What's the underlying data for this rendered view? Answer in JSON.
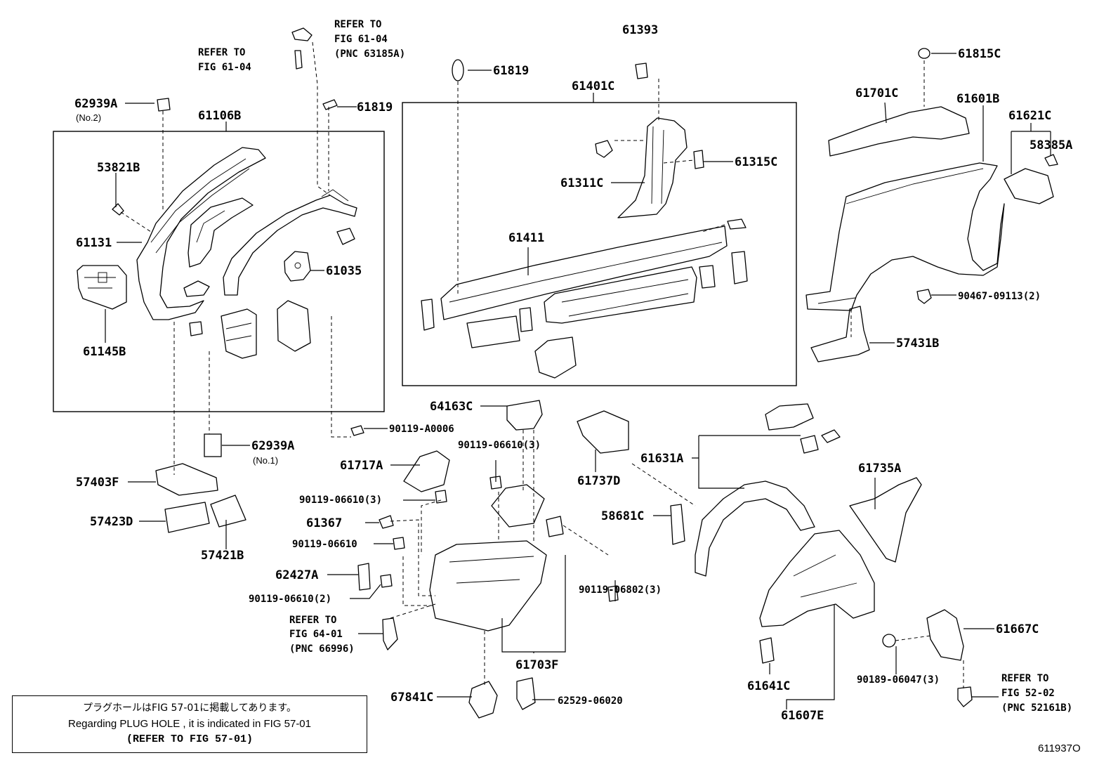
{
  "labels": {
    "l_61393": "61393",
    "l_61819a": "61819",
    "l_61819b": "61819",
    "l_61401c": "61401C",
    "l_61815c": "61815C",
    "l_61701c": "61701C",
    "l_61601b": "61601B",
    "l_61621c": "61621C",
    "l_58385a": "58385A",
    "l_62939a_top": "62939A",
    "l_no2": "(No.2)",
    "l_61106b": "61106B",
    "l_53821b": "53821B",
    "l_61131": "61131",
    "l_61145b": "61145B",
    "l_61035": "61035",
    "l_61315c": "61315C",
    "l_61311c": "61311C",
    "l_61411": "61411",
    "l_90467": "90467-09113(2)",
    "l_57431b": "57431B",
    "l_64163c": "64163C",
    "l_90119_a0006": "90119-A0006",
    "l_62939a_bot": "62939A",
    "l_no1": "(No.1)",
    "l_90119_06610_3a": "90119-06610(3)",
    "l_61717a": "61717A",
    "l_61737d": "61737D",
    "l_61631a": "61631A",
    "l_61735a": "61735A",
    "l_57403f": "57403F",
    "l_90119_06610_3b": "90119-06610(3)",
    "l_57423d": "57423D",
    "l_61367": "61367",
    "l_58681c": "58681C",
    "l_90119_06610": "90119-06610",
    "l_57421b": "57421B",
    "l_62427a": "62427A",
    "l_90119_06802": "90119-06802(3)",
    "l_90119_06610_2": "90119-06610(2)",
    "l_61667c": "61667C",
    "l_61703f": "61703F",
    "l_61641c": "61641C",
    "l_90189": "90189-06047(3)",
    "l_67841c": "67841C",
    "l_62529": "62529-06020",
    "l_61607e": "61607E"
  },
  "references": {
    "r1_a": "REFER TO",
    "r1_b": "FIG 61-04",
    "r2_a": "REFER TO",
    "r2_b": "FIG 61-04",
    "r2_c": "(PNC 63185A)",
    "r3_a": "REFER TO",
    "r3_b": "FIG 64-01",
    "r3_c": "(PNC 66996)",
    "r4_a": "REFER TO",
    "r4_b": "FIG 52-02",
    "r4_c": "(PNC 52161B)"
  },
  "note": {
    "line_jp": "プラグホールはFIG 57-01に掲載してあります。",
    "line_en": "Regarding  PLUG  HOLE , it is indicated in  FIG  57-01",
    "line_ref": "(REFER TO FIG 57-01)"
  },
  "figure_number": "611937O"
}
